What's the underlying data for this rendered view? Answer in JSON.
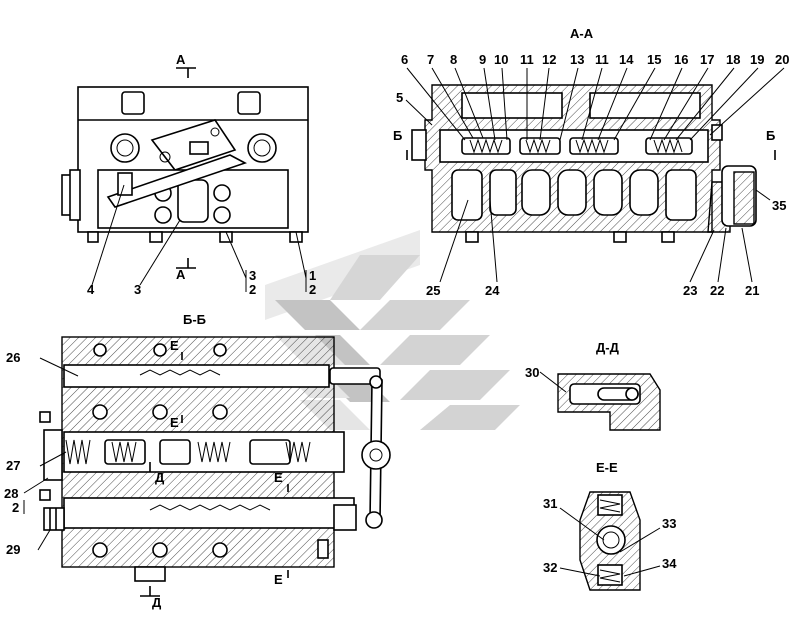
{
  "sections": {
    "a": "А",
    "aa": "А-А",
    "b": "Б",
    "bb": "Б-Б",
    "d": "Д",
    "dd": "Д-Д",
    "e": "Е",
    "ee": "Е-Е"
  },
  "part_numbers": {
    "p1": "1",
    "p2": "2",
    "p3": "3",
    "p4": "4",
    "p5": "5",
    "p6": "6",
    "p7": "7",
    "p8": "8",
    "p9": "9",
    "p10": "10",
    "p11": "11",
    "p12": "12",
    "p13": "13",
    "p14": "14",
    "p15": "15",
    "p16": "16",
    "p17": "17",
    "p18": "18",
    "p19": "19",
    "p20": "20",
    "p21": "21",
    "p22": "22",
    "p23": "23",
    "p24": "24",
    "p25": "25",
    "p26": "26",
    "p27": "27",
    "p28": "28",
    "p29": "29",
    "p30": "30",
    "p31": "31",
    "p32": "32",
    "p33": "33",
    "p34": "34",
    "p35": "35"
  },
  "colors": {
    "line": "#000000",
    "watermark": "#cfcfcf",
    "watermark_accent": "#e6e6e6"
  }
}
